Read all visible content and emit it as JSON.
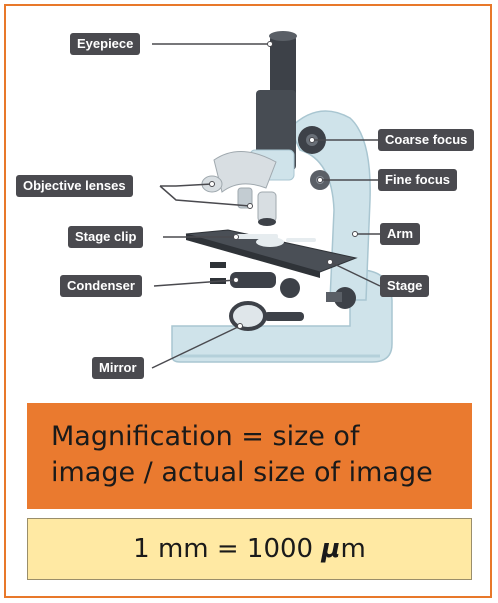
{
  "labels": {
    "eyepiece": "Eyepiece",
    "coarse_focus": "Coarse focus",
    "objective_lenses": "Objective lenses",
    "fine_focus": "Fine focus",
    "stage_clip": "Stage clip",
    "arm": "Arm",
    "condenser": "Condenser",
    "stage": "Stage",
    "mirror": "Mirror"
  },
  "formula_box": {
    "line1": "Magnification = size of",
    "line2": "image / actual size of image"
  },
  "conversion_box": {
    "prefix": "1 mm = 1000 ",
    "unit_symbol": "μ",
    "unit_suffix": "m"
  },
  "colors": {
    "frame": "#e8782a",
    "formula_bg": "#ea7a2f",
    "conversion_bg": "#ffe9a3",
    "label_bg": "#4a4a4f",
    "microscope_body": "#cfe3ea",
    "microscope_dark": "#3d4148"
  }
}
